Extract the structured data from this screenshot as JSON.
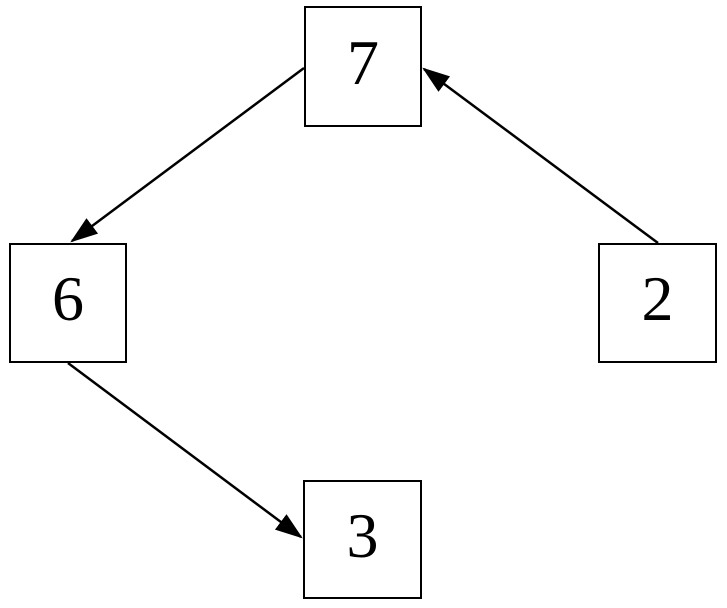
{
  "diagram": {
    "type": "directed-graph",
    "background_color": "#ffffff",
    "stroke_color": "#000000",
    "nodes": [
      {
        "id": "node-7",
        "label": "7",
        "position": "top-center"
      },
      {
        "id": "node-6",
        "label": "6",
        "position": "middle-left"
      },
      {
        "id": "node-2",
        "label": "2",
        "position": "middle-right"
      },
      {
        "id": "node-3",
        "label": "3",
        "position": "bottom-center"
      }
    ],
    "edges": [
      {
        "from": "7",
        "to": "6",
        "arrow_at": "6"
      },
      {
        "from": "2",
        "to": "7",
        "arrow_at": "7"
      },
      {
        "from": "6",
        "to": "3",
        "arrow_at": "3"
      }
    ]
  }
}
